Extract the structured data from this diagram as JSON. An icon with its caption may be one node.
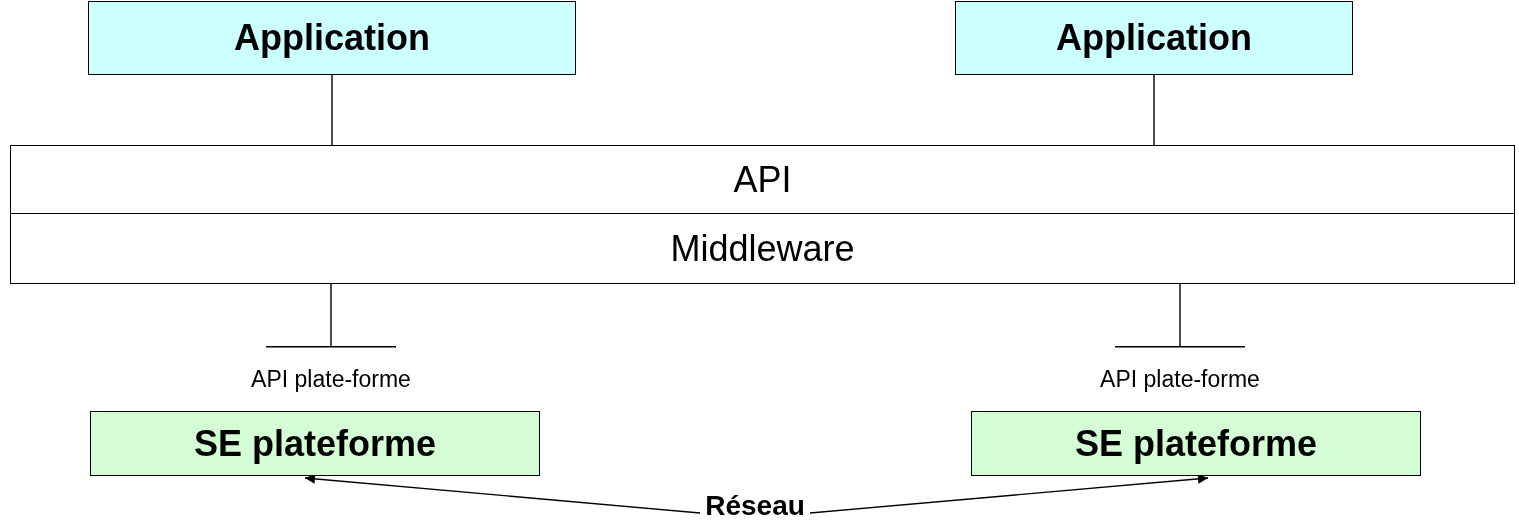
{
  "diagram": {
    "nodes": [
      {
        "text": [
          "Application"
        ]
      },
      {
        "text": [
          "Application"
        ]
      },
      {
        "text": [
          "API"
        ]
      },
      {
        "text": [
          "Middleware"
        ]
      },
      {
        "text": [
          "API plate-forme"
        ]
      },
      {
        "text": [
          "API plate-forme"
        ]
      },
      {
        "text": [
          "SE plateforme"
        ]
      },
      {
        "text": [
          "SE plateforme"
        ]
      },
      {
        "text": [
          "Réseau"
        ]
      }
    ],
    "edges": [
      {
        "from": 0,
        "to": 2,
        "arrow": "none"
      },
      {
        "from": 1,
        "to": 2,
        "arrow": "none"
      },
      {
        "from": 3,
        "to": 4,
        "arrow": "other"
      },
      {
        "from": 3,
        "to": 5,
        "arrow": "other"
      },
      {
        "from": 8,
        "to": 6,
        "arrow": "to"
      },
      {
        "from": 8,
        "to": 7,
        "arrow": "to"
      }
    ]
  }
}
